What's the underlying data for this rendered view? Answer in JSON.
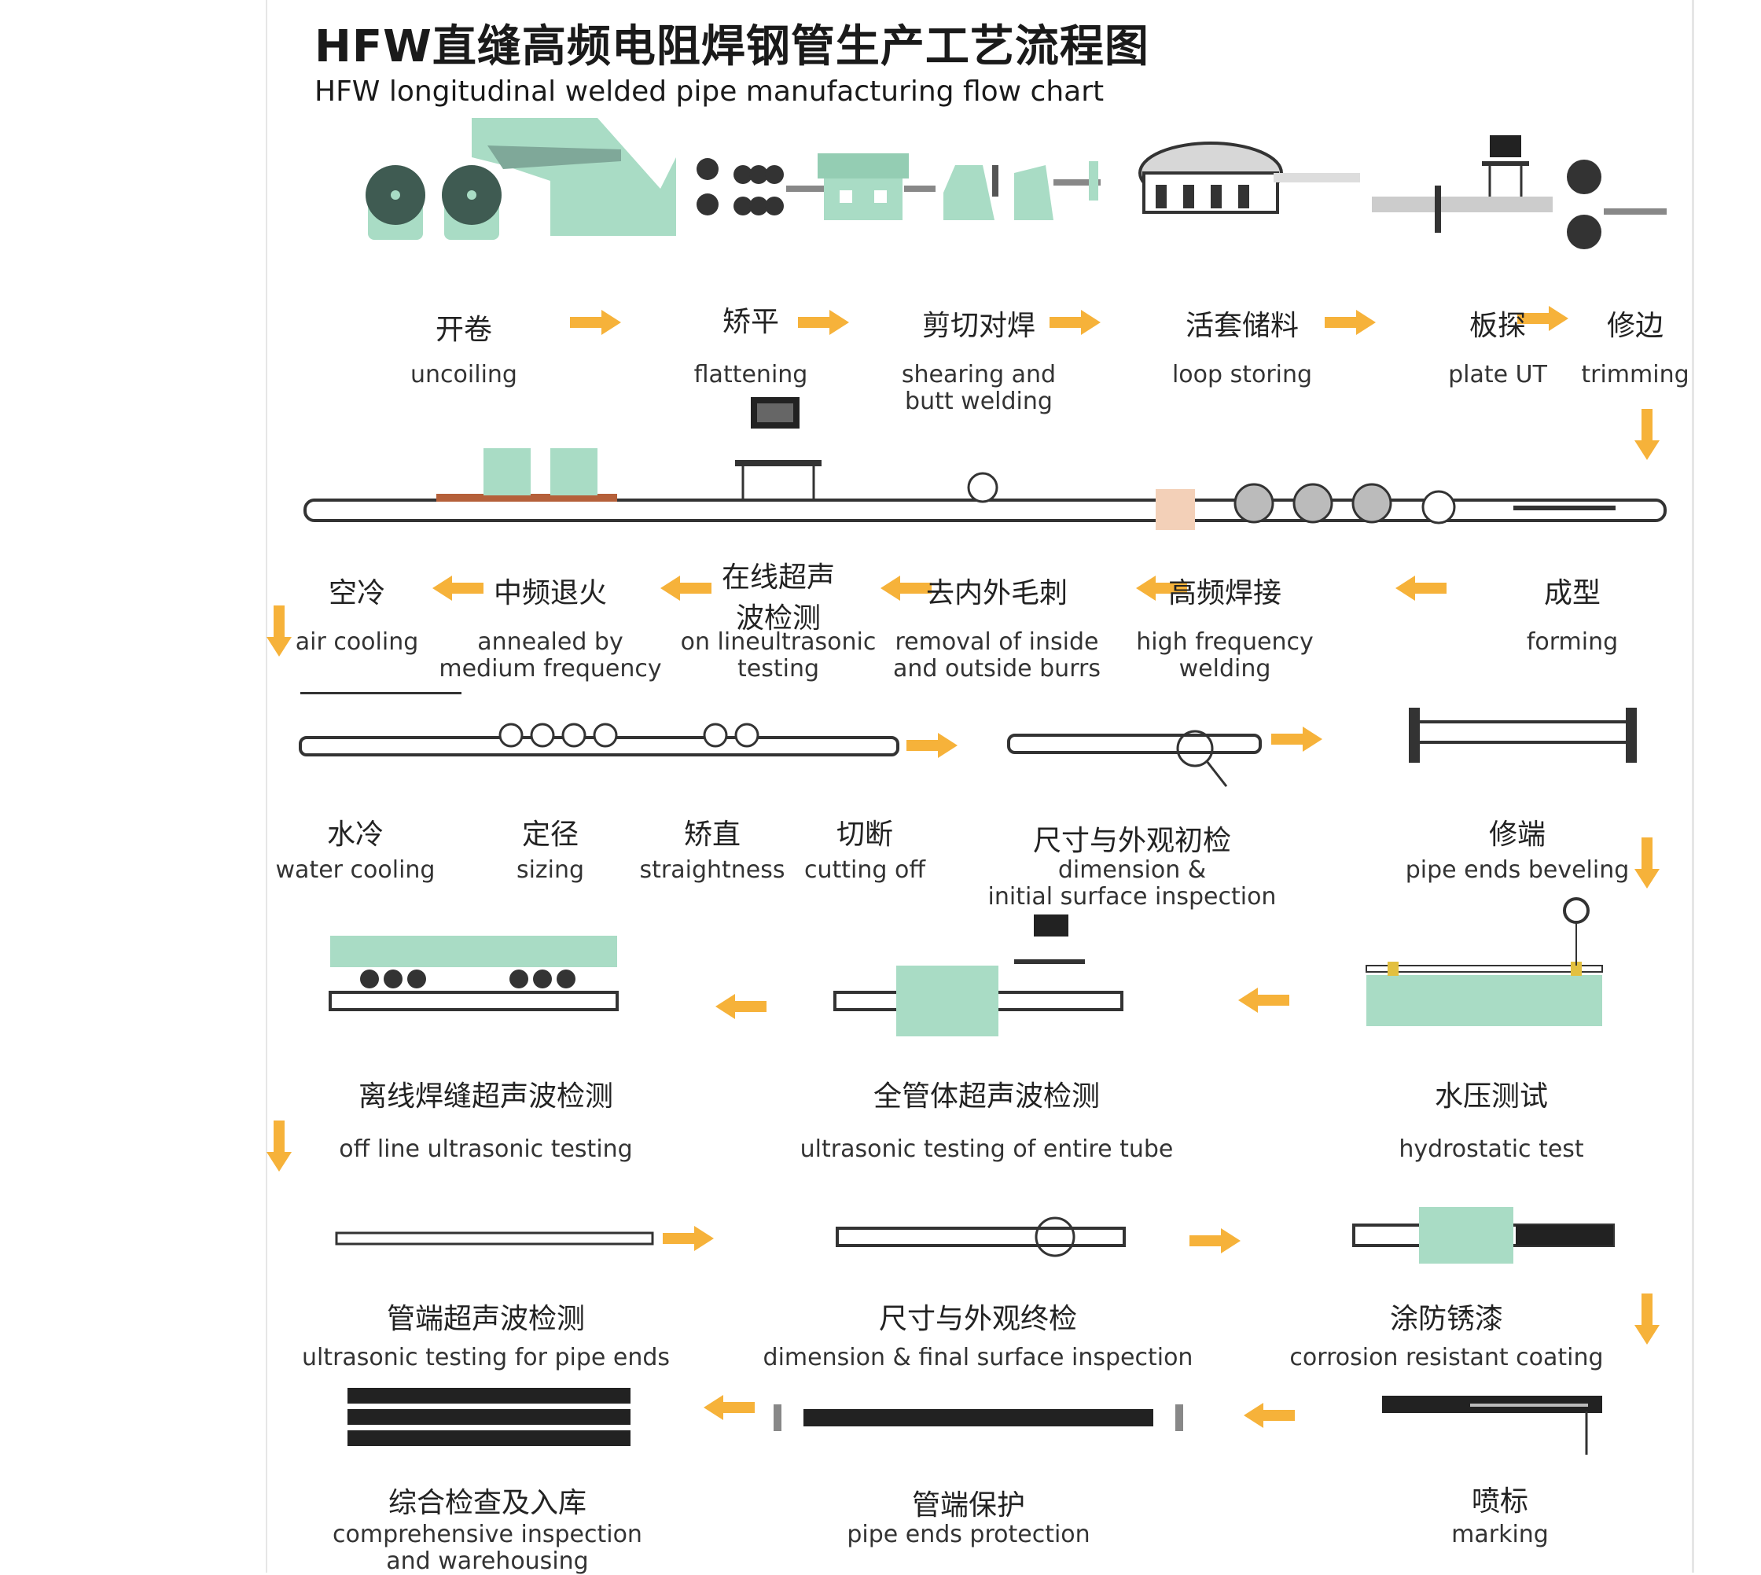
{
  "title": "HFW直缝高频电阻焊钢管生产工艺流程图",
  "subtitle": "HFW longitudinal welded pipe manufacturing flow chart",
  "colors": {
    "arrow": "#f6b23a",
    "machine": "#a9dcc5",
    "dark": "#3a3a3a"
  },
  "steps": [
    {
      "zh": "开卷",
      "en": [
        "uncoiling"
      ]
    },
    {
      "zh": "矫平",
      "en": [
        "flattening"
      ]
    },
    {
      "zh": "剪切对焊",
      "en": [
        "shearing and",
        "butt welding"
      ]
    },
    {
      "zh": "活套储料",
      "en": [
        "loop storing"
      ]
    },
    {
      "zh": "板探",
      "en": [
        "plate UT"
      ]
    },
    {
      "zh": "修边",
      "en": [
        "trimming"
      ]
    },
    {
      "zh": "成型",
      "en": [
        "forming"
      ]
    },
    {
      "zh": "高频焊接",
      "en": [
        "high frequency",
        "welding"
      ]
    },
    {
      "zh": "去内外毛刺",
      "en": [
        "removal of inside",
        "and outside burrs"
      ]
    },
    {
      "zh": "在线超声",
      "zh2": "波检测",
      "en": [
        "on lineultrasonic",
        "testing"
      ]
    },
    {
      "zh": "中频退火",
      "en": [
        "annealed by",
        "medium frequency"
      ]
    },
    {
      "zh": "空冷",
      "en": [
        "air cooling"
      ]
    },
    {
      "zh": "水冷",
      "en": [
        "water cooling"
      ]
    },
    {
      "zh": "定径",
      "en": [
        "sizing"
      ]
    },
    {
      "zh": "矫直",
      "en": [
        "straightness"
      ]
    },
    {
      "zh": "切断",
      "en": [
        "cutting off"
      ]
    },
    {
      "zh": "尺寸与外观初检",
      "en": [
        "dimension &",
        "initial surface inspection"
      ]
    },
    {
      "zh": "修端",
      "en": [
        "pipe ends beveling"
      ]
    },
    {
      "zh": "水压测试",
      "en": [
        "hydrostatic test"
      ]
    },
    {
      "zh": "全管体超声波检测",
      "en": [
        "ultrasonic testing of entire tube"
      ]
    },
    {
      "zh": "离线焊缝超声波检测",
      "en": [
        "off line ultrasonic testing"
      ]
    },
    {
      "zh": "管端超声波检测",
      "en": [
        "ultrasonic testing for pipe ends"
      ]
    },
    {
      "zh": "尺寸与外观终检",
      "en": [
        "dimension & final surface inspection"
      ]
    },
    {
      "zh": "涂防锈漆",
      "en": [
        "corrosion resistant coating"
      ]
    },
    {
      "zh": "喷标",
      "en": [
        "marking"
      ]
    },
    {
      "zh": "管端保护",
      "en": [
        "pipe ends protection"
      ]
    },
    {
      "zh": "综合检查及入库",
      "en": [
        "comprehensive inspection",
        "and warehousing"
      ]
    }
  ]
}
